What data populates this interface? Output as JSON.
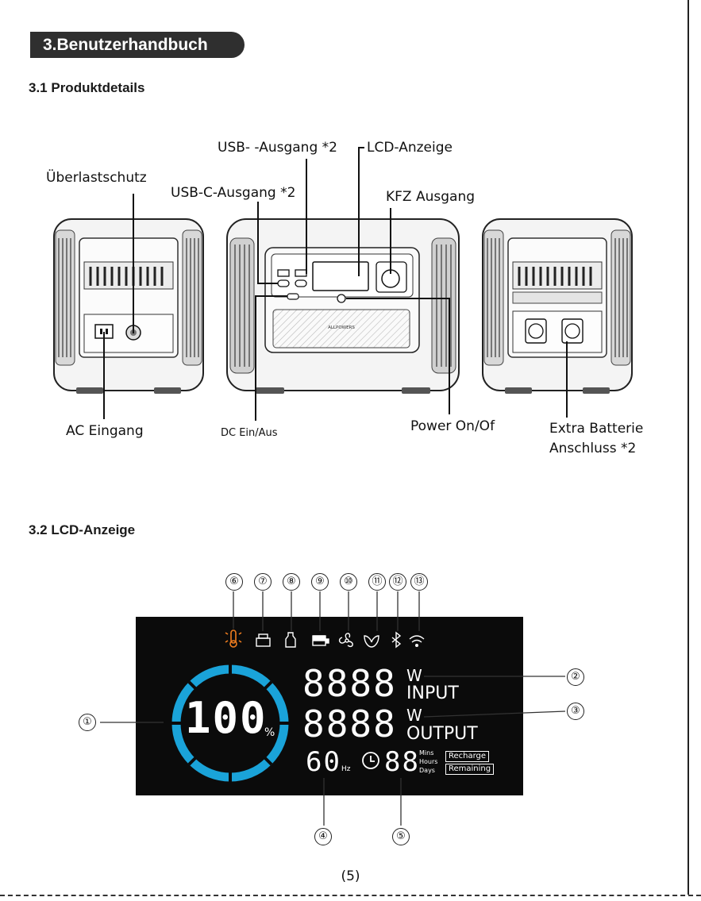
{
  "header": {
    "title": "3.Benutzerhandbuch"
  },
  "sections": {
    "product": "3.1 Produktdetails",
    "lcd": "3.2 LCD-Anzeige"
  },
  "product_labels": {
    "usb_a": "USB- -Ausgang *2",
    "lcd_display": "LCD-Anzeige",
    "overload": "Überlastschutz",
    "usb_c": "USB-C-Ausgang *2",
    "car_output": "KFZ Ausgang",
    "ac_input": "AC Eingang",
    "dc_switch": "DC Ein/Aus",
    "power": "Power On/Of",
    "extra_battery_1": "Extra Batterie",
    "extra_battery_2": "Anschluss *2",
    "brand": "ALLPOWERS"
  },
  "lcd_screen": {
    "battery_percent": "100",
    "percent_sign": "%",
    "input_value": "8888",
    "input_unit": "W",
    "input_label": "INPUT",
    "output_value": "8888",
    "output_unit": "W",
    "output_label": "OUTPUT",
    "frequency": "60",
    "frequency_unit": "Hz",
    "time_value": "88",
    "time_units": [
      "Mins",
      "Hours",
      "Days"
    ],
    "recharge": "Recharge",
    "remaining": "Remaining",
    "ring_color": "#1aa3d9",
    "warning_color": "#f07d1f"
  },
  "callouts": {
    "n1": "①",
    "n2": "②",
    "n3": "③",
    "n4": "④",
    "n5": "⑤",
    "n6": "⑥",
    "n7": "⑦",
    "n8": "⑧",
    "n9": "⑨",
    "n10": "⑩",
    "n11": "⑪",
    "n12": "⑫",
    "n13": "⑬"
  },
  "icons": [
    "temperature-warning-icon",
    "usb-icon",
    "bottle-icon",
    "battery-icon",
    "fan-icon",
    "eco-leaf-icon",
    "bluetooth-icon",
    "wifi-icon",
    "clock-icon"
  ],
  "page_number": "(5)"
}
